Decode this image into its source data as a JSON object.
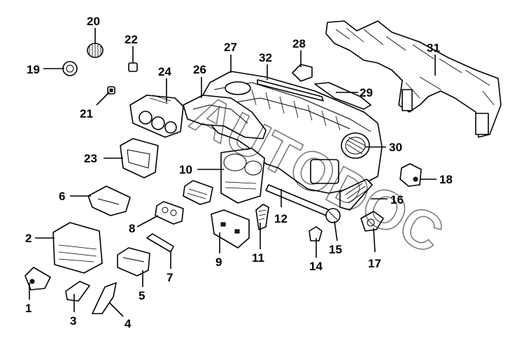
{
  "callouts": [
    {
      "id": "1",
      "label": "1"
    },
    {
      "id": "2",
      "label": "2"
    },
    {
      "id": "3",
      "label": "3"
    },
    {
      "id": "4",
      "label": "4"
    },
    {
      "id": "5",
      "label": "5"
    },
    {
      "id": "6",
      "label": "6"
    },
    {
      "id": "7",
      "label": "7"
    },
    {
      "id": "8",
      "label": "8"
    },
    {
      "id": "9",
      "label": "9"
    },
    {
      "id": "10",
      "label": "10"
    },
    {
      "id": "11",
      "label": "11"
    },
    {
      "id": "12",
      "label": "12"
    },
    {
      "id": "14",
      "label": "14"
    },
    {
      "id": "15",
      "label": "15"
    },
    {
      "id": "16",
      "label": "16"
    },
    {
      "id": "17",
      "label": "17"
    },
    {
      "id": "18",
      "label": "18"
    },
    {
      "id": "19",
      "label": "19"
    },
    {
      "id": "20",
      "label": "20"
    },
    {
      "id": "21",
      "label": "21"
    },
    {
      "id": "22",
      "label": "22"
    },
    {
      "id": "23",
      "label": "23"
    },
    {
      "id": "24",
      "label": "24"
    },
    {
      "id": "26",
      "label": "26"
    },
    {
      "id": "27",
      "label": "27"
    },
    {
      "id": "28",
      "label": "28"
    },
    {
      "id": "29",
      "label": "29"
    },
    {
      "id": "30",
      "label": "30"
    },
    {
      "id": "31",
      "label": "31"
    },
    {
      "id": "32",
      "label": "32"
    }
  ],
  "watermark": "AUTODOC"
}
